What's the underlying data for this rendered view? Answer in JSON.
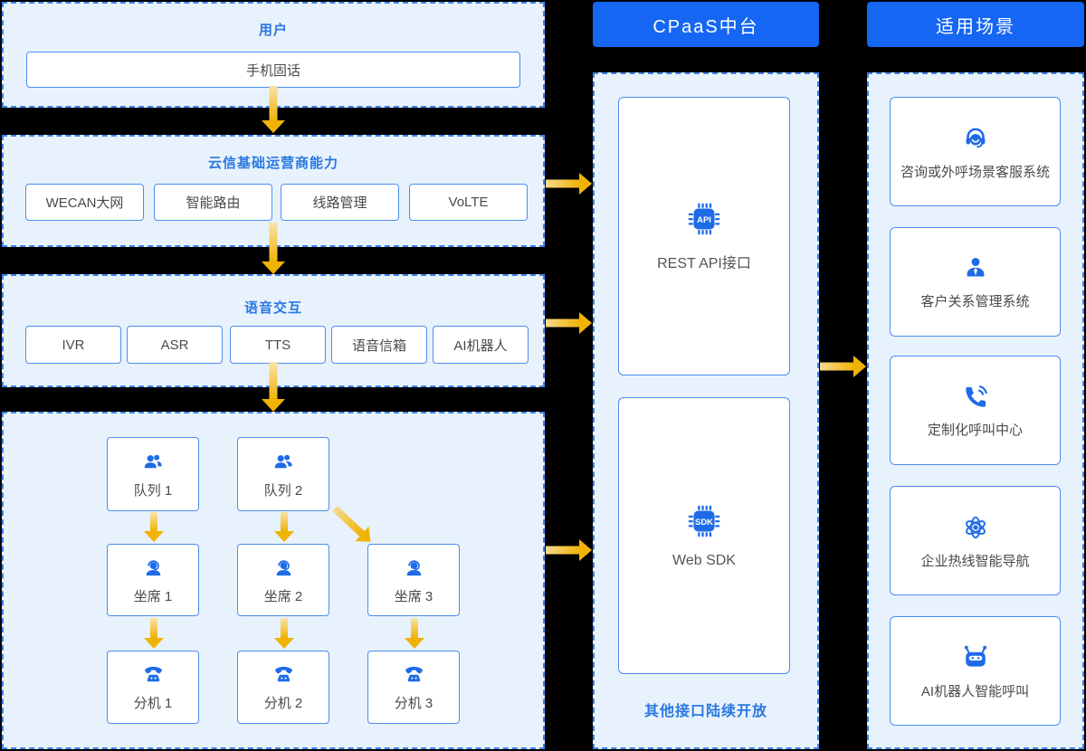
{
  "colors": {
    "background": "#000000",
    "panel_fill": "#E8F2FC",
    "dashed_border": "#3E82F0",
    "header_blue": "#1566F2",
    "title_blue": "#2878E0",
    "icon_blue": "#1E6BE8",
    "text_dark": "#4A4A4A",
    "arrow_gold": "#F0B305"
  },
  "left": {
    "users": {
      "title": "用户",
      "box": "手机固话"
    },
    "carrier": {
      "title": "云信基础运营商能力",
      "items": [
        "WECAN大网",
        "智能路由",
        "线路管理",
        "VoLTE"
      ]
    },
    "voice": {
      "title": "语音交互",
      "items": [
        "IVR",
        "ASR",
        "TTS",
        "语音信箱",
        "AI机器人"
      ]
    },
    "routing": {
      "queues": [
        "队列 1",
        "队列 2"
      ],
      "agents": [
        "坐席 1",
        "坐席 2",
        "坐席 3"
      ],
      "extensions": [
        "分机 1",
        "分机 2",
        "分机 3"
      ]
    }
  },
  "middle": {
    "header": "CPaaS中台",
    "api_chip": "API",
    "api_label": "REST API接口",
    "sdk_chip": "SDK",
    "sdk_label": "Web SDK",
    "footnote": "其他接口陆续开放"
  },
  "right": {
    "header": "适用场景",
    "cards": [
      {
        "label": "咨询或外呼场景客服系统"
      },
      {
        "label": "客户关系管理系统"
      },
      {
        "label": "定制化呼叫中心"
      },
      {
        "label": "企业热线智能导航"
      },
      {
        "label": "AI机器人智能呼叫"
      }
    ]
  }
}
